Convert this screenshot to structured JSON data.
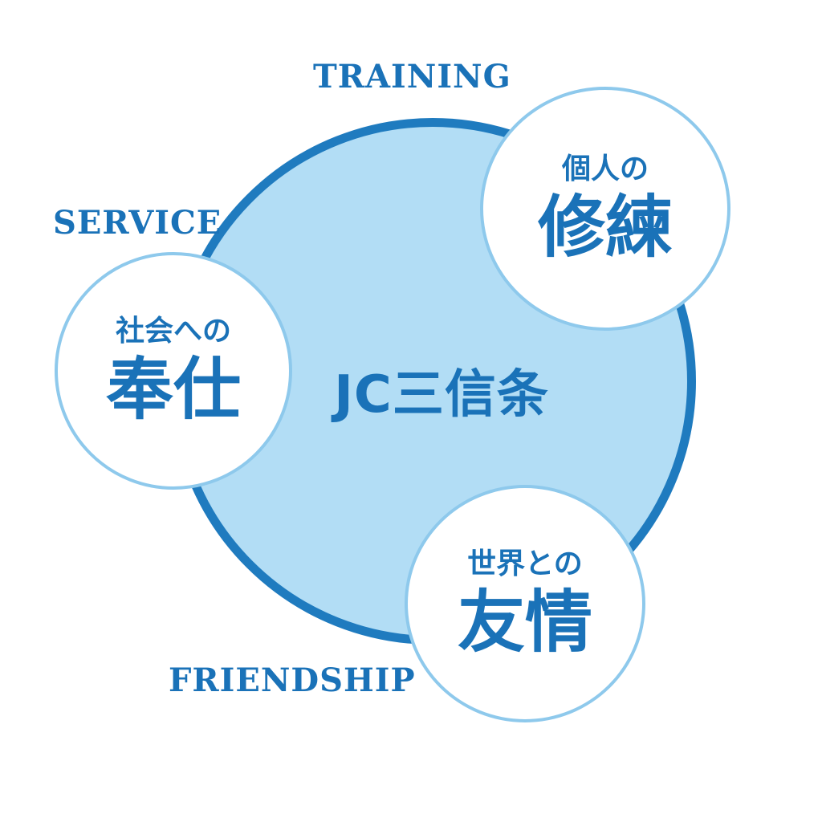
{
  "center_title": "JC三信条",
  "bubbles": {
    "training": {
      "small": "個人の",
      "big": "修練"
    },
    "service": {
      "small": "社会への",
      "big": "奉仕"
    },
    "friendship": {
      "small": "世界との",
      "big": "友情"
    }
  },
  "labels": {
    "training": "TRAINING",
    "service": "SERVICE",
    "friendship": "FRIENDSHIP"
  },
  "colors": {
    "accent": "#1a72b8",
    "main_fill": "#b2ddf5",
    "bubble_border": "#8ec9ec"
  }
}
